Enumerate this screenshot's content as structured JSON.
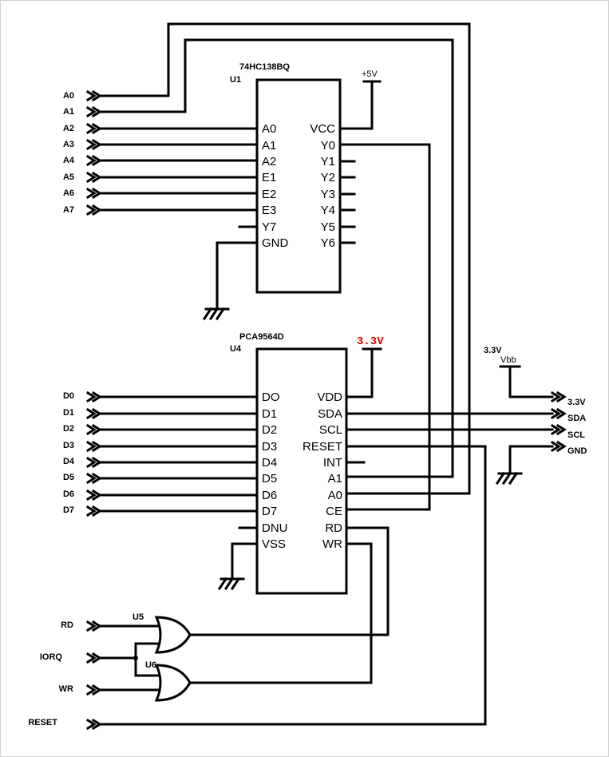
{
  "u1": {
    "ref": "U1",
    "part": "74HC138BQ",
    "supply": "+5V",
    "left_pins": [
      "A0",
      "A1",
      "A2",
      "E1",
      "E2",
      "E3",
      "Y7",
      "GND"
    ],
    "right_pins": [
      "VCC",
      "Y0",
      "Y1",
      "Y2",
      "Y3",
      "Y4",
      "Y5",
      "Y6"
    ]
  },
  "u4": {
    "ref": "U4",
    "part": "PCA9564D",
    "supply": "3.3V",
    "left_pins": [
      "DO",
      "D1",
      "D2",
      "D3",
      "D4",
      "D5",
      "D6",
      "D7",
      "DNU",
      "VSS"
    ],
    "right_pins": [
      "VDD",
      "SDA",
      "SCL",
      "RESET",
      "INT",
      "A1",
      "A0",
      "CE",
      "RD",
      "WR"
    ]
  },
  "gates": {
    "u5": "U5",
    "u6": "U6"
  },
  "address_inputs": [
    "A0",
    "A1",
    "A2",
    "A3",
    "A4",
    "A5",
    "A6",
    "A7"
  ],
  "data_inputs": [
    "D0",
    "D1",
    "D2",
    "D3",
    "D4",
    "D5",
    "D6",
    "D7"
  ],
  "control_inputs": {
    "rd": "RD",
    "iorq": "IORQ",
    "wr": "WR",
    "reset": "RESET"
  },
  "connector": {
    "supply_label": "3.3V",
    "supply_symbol": "Vbb",
    "outputs": [
      "3.3V",
      "SDA",
      "SCL",
      "GND"
    ]
  }
}
